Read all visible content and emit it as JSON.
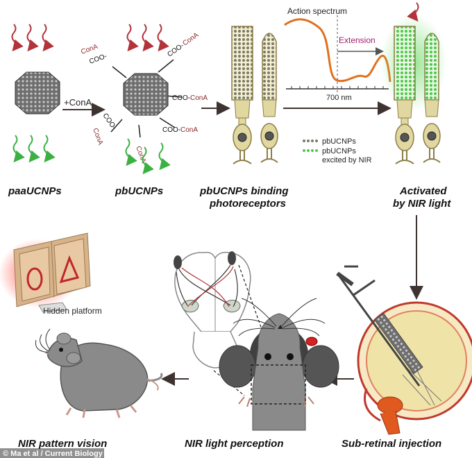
{
  "captions": {
    "paa": "paaUCNPs",
    "pb": "pbUCNPs",
    "binding_l1": "pbUCNPs binding",
    "binding_l2": "photoreceptors",
    "activated_l1": "Activated",
    "activated_l2": "by NIR light",
    "injection": "Sub-retinal injection",
    "perception": "NIR light perception",
    "vision": "NIR pattern vision"
  },
  "labels": {
    "conA_step": "+ConA",
    "action_spectrum": "Action spectrum",
    "extension": "Extension",
    "nm700": "700 nm",
    "legend_1": "pbUCNPs",
    "legend_2a": "pbUCNPs",
    "legend_2b": "excited by NIR",
    "hidden_platform": "Hidden platform",
    "coo": "COO-",
    "cona": "ConA"
  },
  "credit": "© Ma et al / Current Biology",
  "colors": {
    "nir_red": "#b2333a",
    "green_emission": "#3cb043",
    "spectrum_orange": "#e0701e",
    "cell_tan": "#e0d7a1",
    "cell_outline": "#8c7d46",
    "arrow": "#3e3330",
    "glow_red": "#ff3a2a",
    "mouse_gray": "#8a8a8a"
  }
}
